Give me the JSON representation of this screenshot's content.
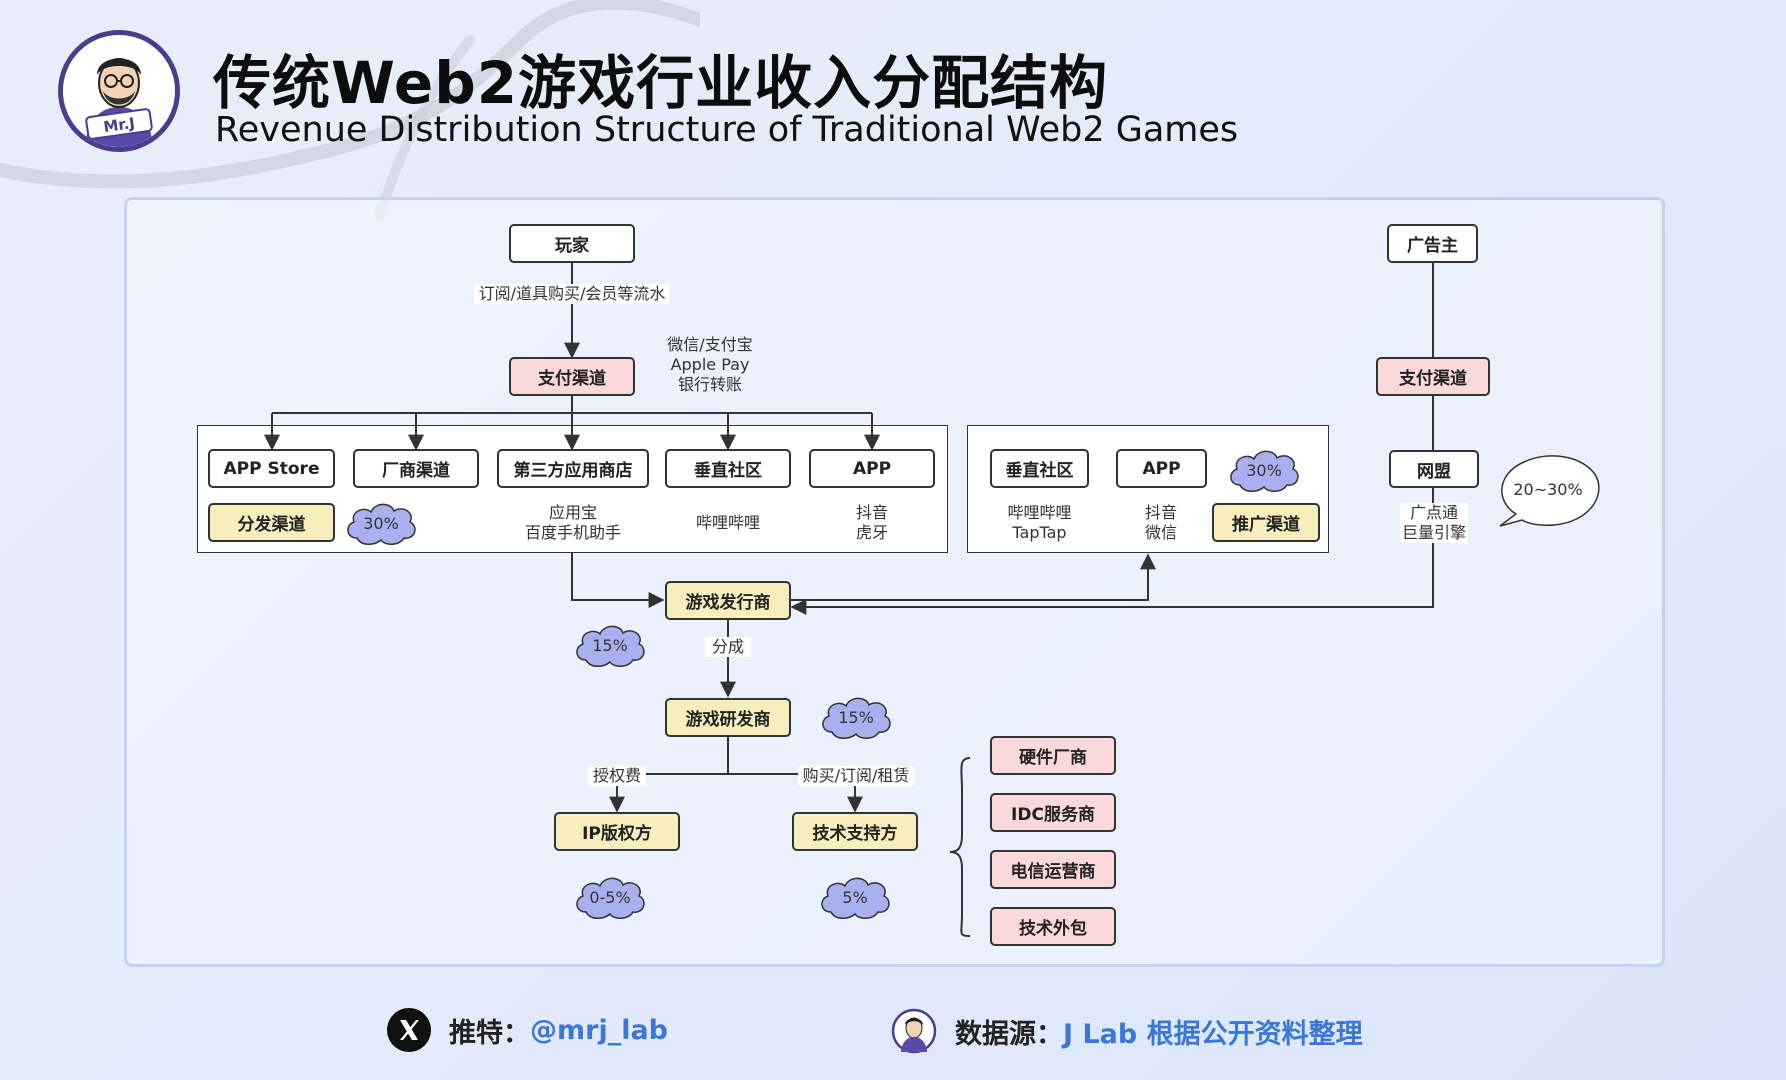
{
  "header": {
    "title_cn": "传统Web2游戏行业收入分配结构",
    "title_en": "Revenue Distribution Structure of Traditional Web2 Games",
    "logo_text": "Mr.J"
  },
  "nodes": {
    "player": "玩家",
    "advertiser": "广告主",
    "payment_left": "支付渠道",
    "payment_right": "支付渠道",
    "app_store": "APP Store",
    "vendor_channel": "厂商渠道",
    "third_party_store": "第三方应用商店",
    "vertical_community_left": "垂直社区",
    "app_left": "APP",
    "distribution_channel": "分发渠道",
    "vertical_community_right": "垂直社区",
    "app_right": "APP",
    "promotion_channel": "推广渠道",
    "ad_network": "网盟",
    "publisher": "游戏发行商",
    "developer": "游戏研发商",
    "ip_owner": "IP版权方",
    "tech_support": "技术支持方",
    "hardware_vendor": "硬件厂商",
    "idc_provider": "IDC服务商",
    "telecom_operator": "电信运营商",
    "tech_outsourcing": "技术外包"
  },
  "labels": {
    "player_flow": "订阅/道具购买/会员等流水",
    "payment_methods": [
      "微信/支付宝",
      "Apple Pay",
      "银行转账"
    ],
    "third_party_examples": [
      "应用宝",
      "百度手机助手"
    ],
    "vertical_left_example": "哔哩哔哩",
    "app_left_examples": [
      "抖音",
      "虎牙"
    ],
    "vertical_right_examples": [
      "哔哩哔哩",
      "TapTap"
    ],
    "app_right_examples": [
      "抖音",
      "微信"
    ],
    "ad_network_examples": [
      "广点通",
      "巨量引擎"
    ],
    "revenue_share": "分成",
    "license_fee": "授权费",
    "purchase_subscribe_lease": "购买/订阅/租赁"
  },
  "percentages": {
    "distribution": "30%",
    "promotion": "30%",
    "ad_network": "20~30%",
    "publisher": "15%",
    "developer": "15%",
    "ip_owner": "0-5%",
    "tech_support": "5%"
  },
  "footer": {
    "twitter_label": "推特：",
    "twitter_handle": "@mrj_lab",
    "source_label": "数据源：",
    "source_value": "J Lab 根据公开资料整理"
  },
  "colors": {
    "pink_box": "#f9d9d9",
    "yellow_box": "#f7edbd",
    "cloud_fill": "#a9b0f0",
    "link_blue": "#3a78d8",
    "logo_purple": "#4a3d8f"
  }
}
